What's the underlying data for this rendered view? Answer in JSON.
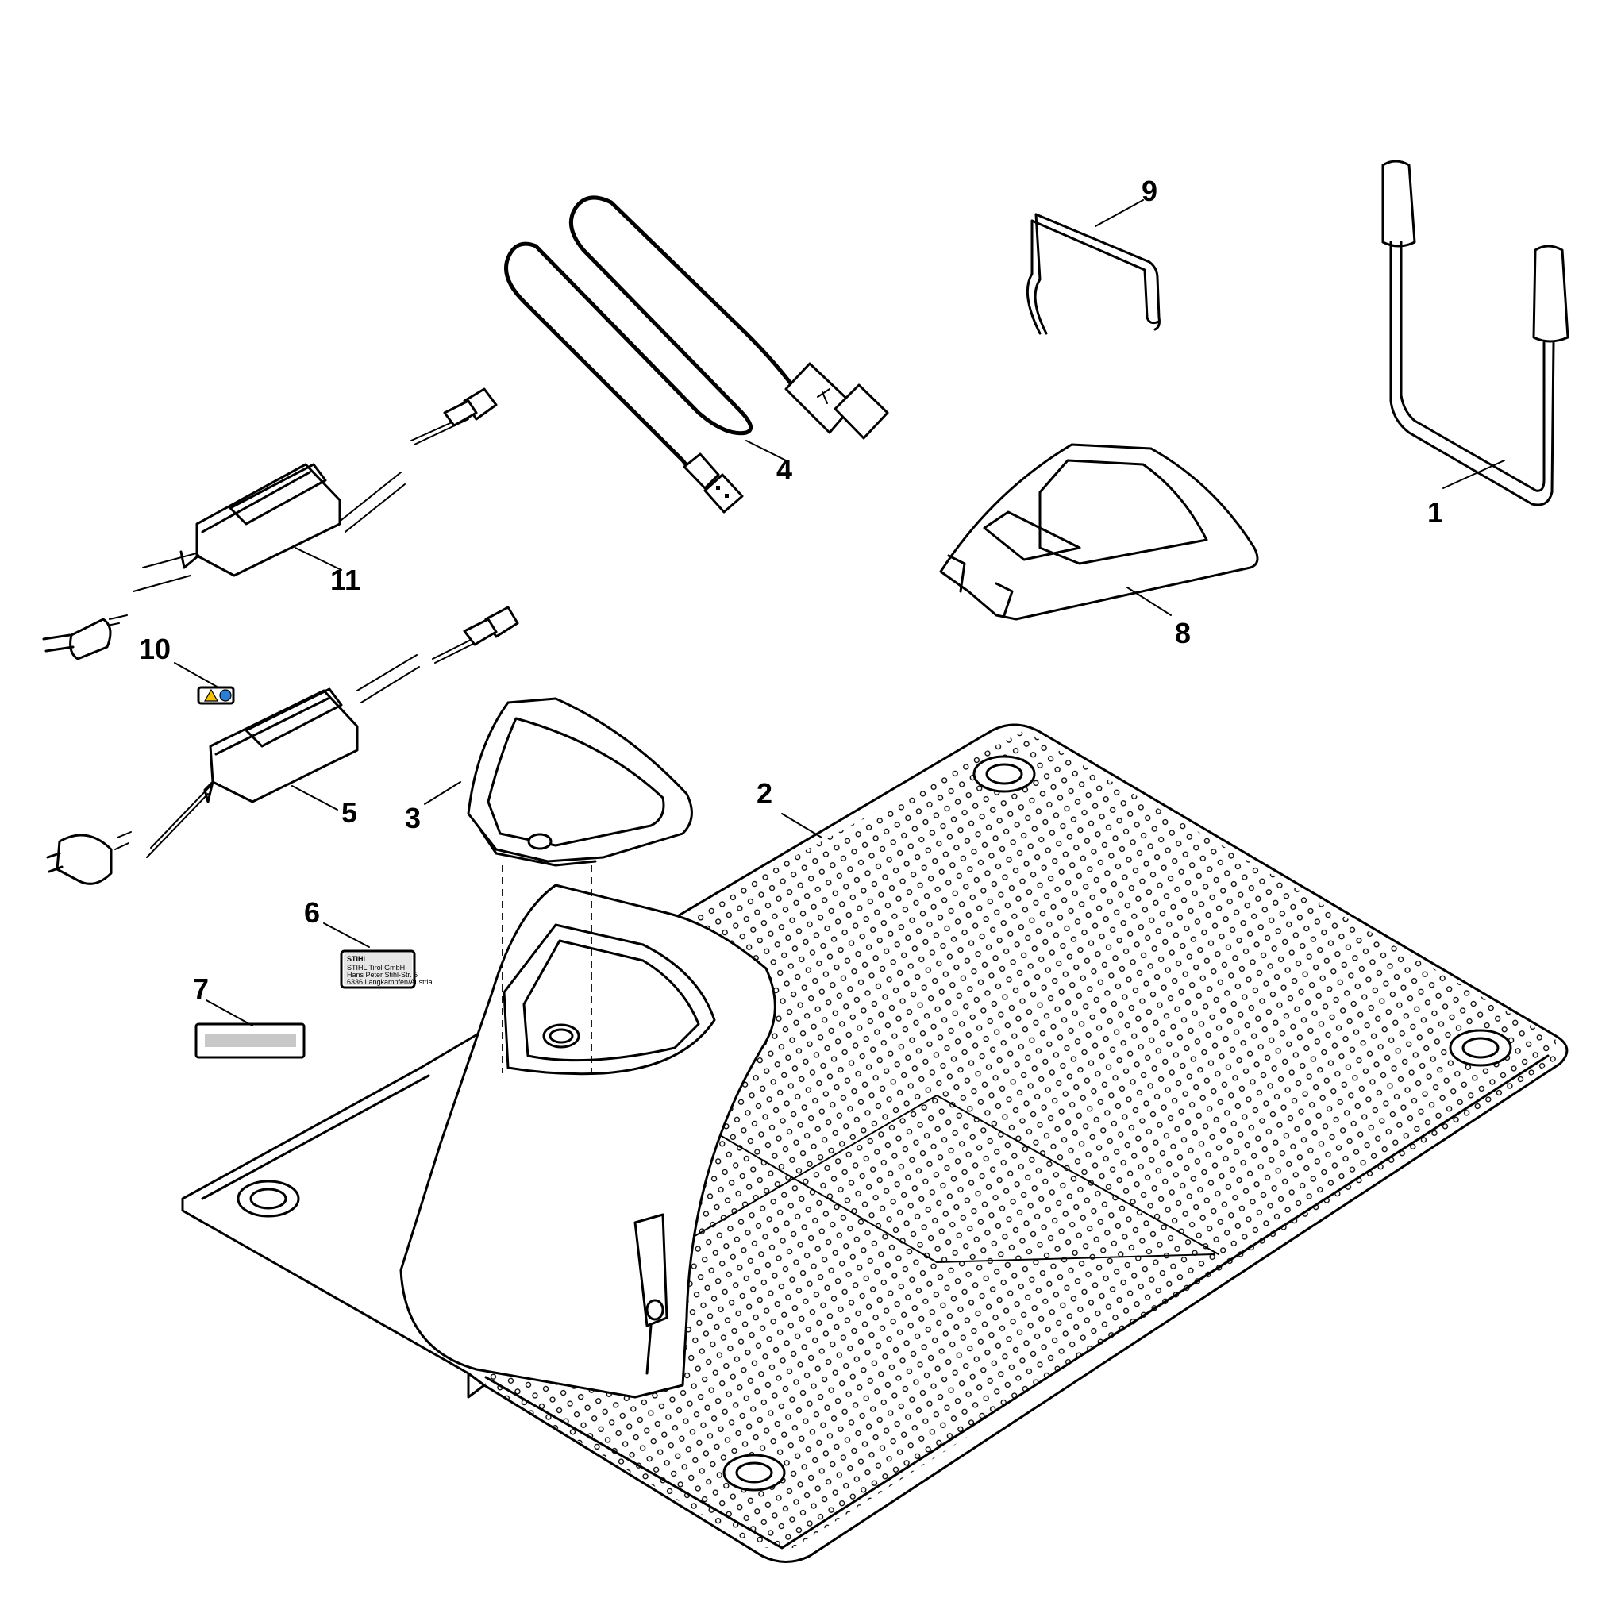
{
  "callouts": [
    {
      "id": "1",
      "label": "1"
    },
    {
      "id": "2",
      "label": "2"
    },
    {
      "id": "3",
      "label": "3"
    },
    {
      "id": "4",
      "label": "4"
    },
    {
      "id": "5",
      "label": "5"
    },
    {
      "id": "6",
      "label": "6"
    },
    {
      "id": "7",
      "label": "7"
    },
    {
      "id": "8",
      "label": "8"
    },
    {
      "id": "9",
      "label": "9"
    },
    {
      "id": "10",
      "label": "10"
    },
    {
      "id": "11",
      "label": "11"
    }
  ],
  "type_plate": {
    "brand": "STIHL",
    "line1": "STIHL Tirol GmbH",
    "line2": "Hans Peter Stihl-Str. 5",
    "line3": "6336 Langkampfen/Austria"
  },
  "colors": {
    "line": "#000000",
    "label_grey": "#c8c8c8",
    "warning_yellow": "#f2c200",
    "info_blue": "#2a7fd4"
  }
}
